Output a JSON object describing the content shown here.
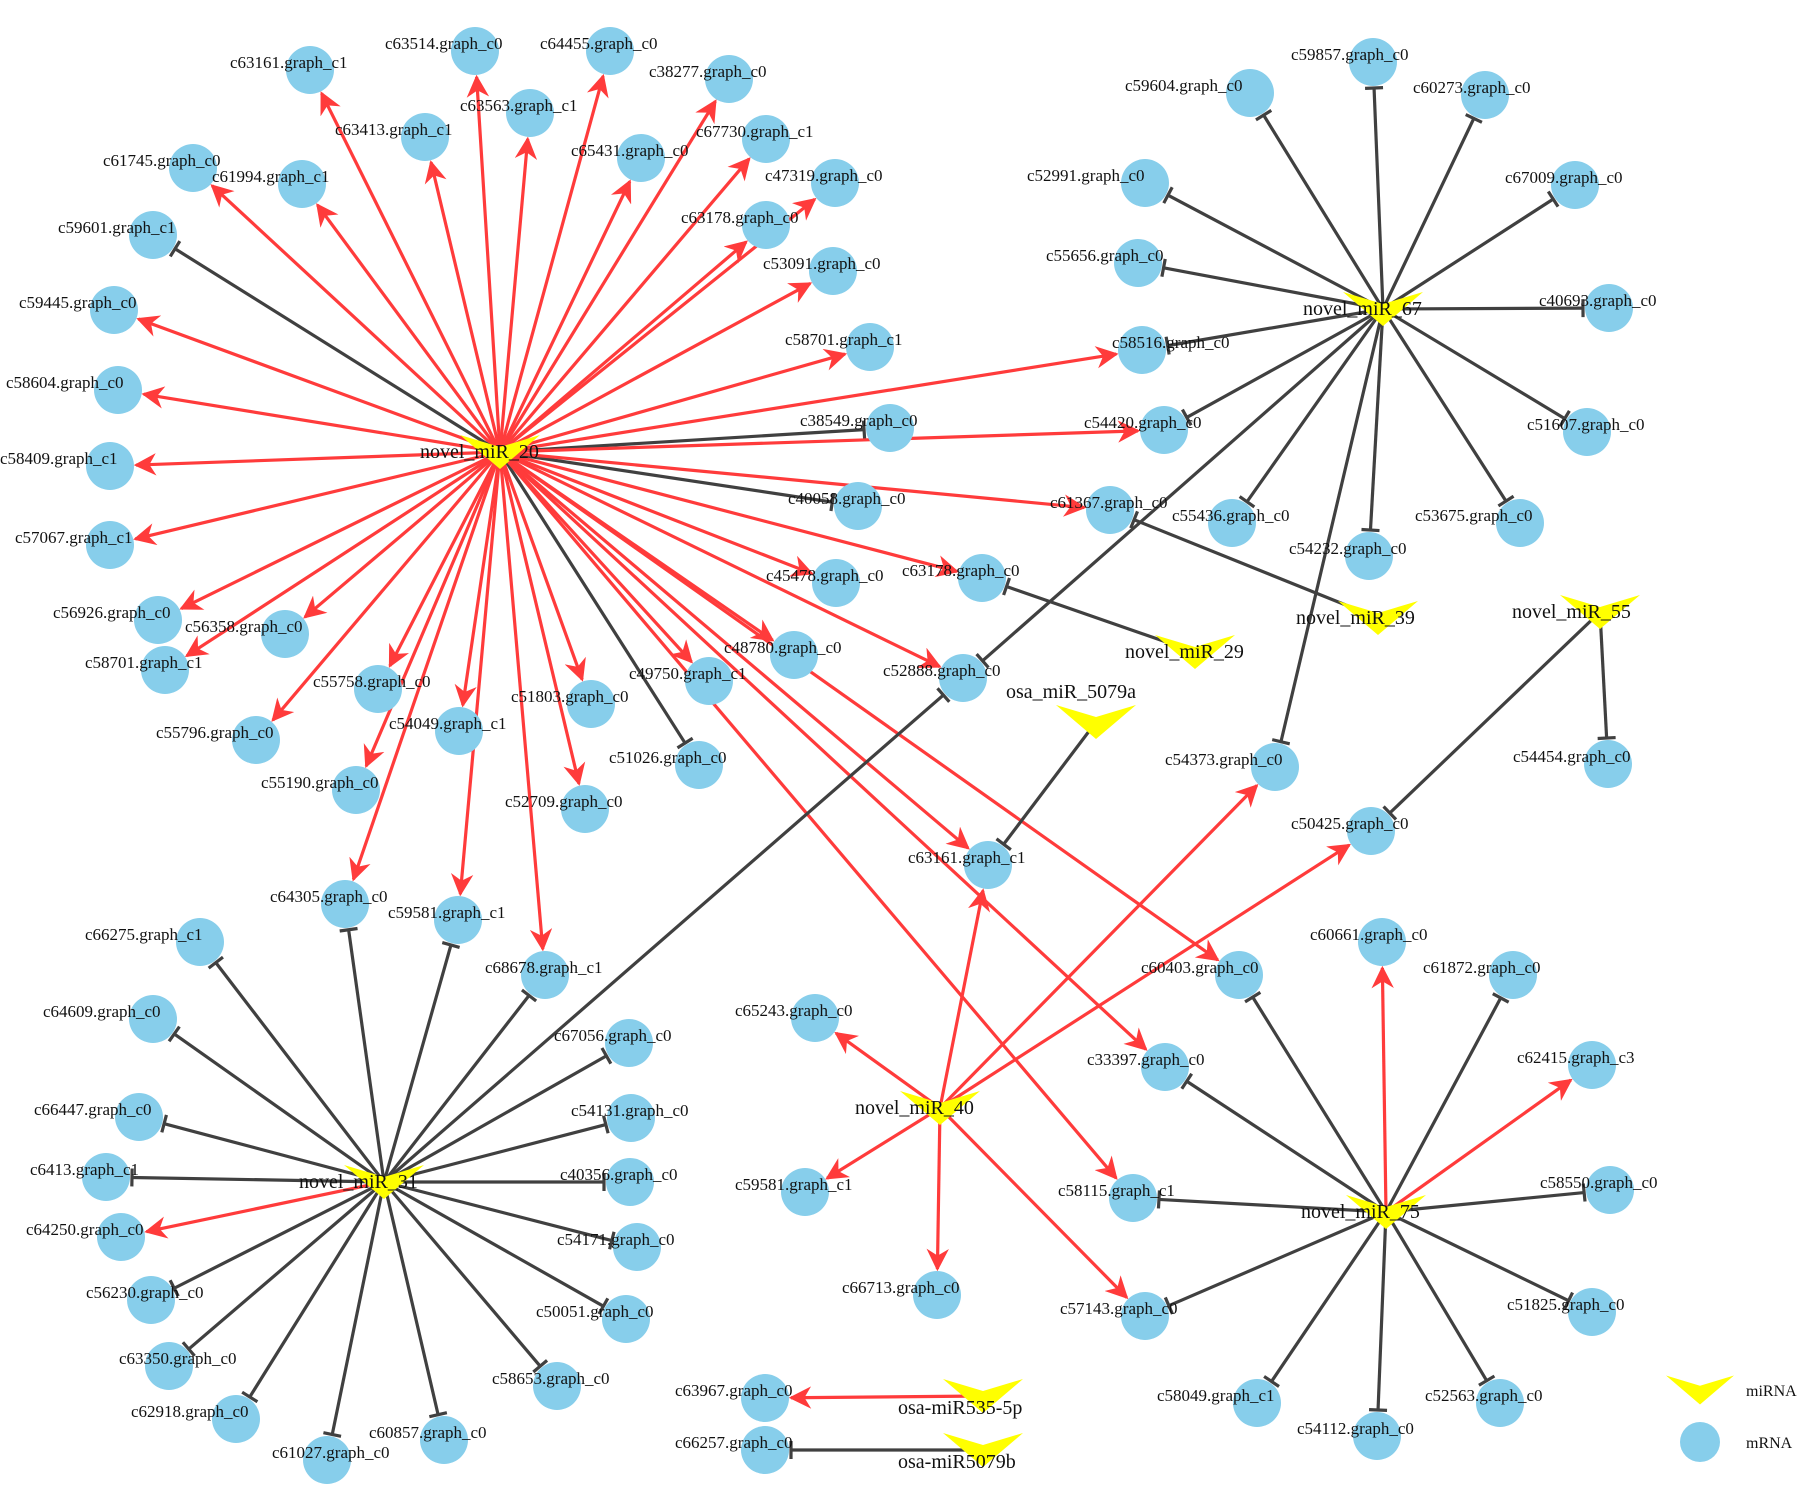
{
  "colors": {
    "mrna": "#87ceeb",
    "mirna": "#ffff00",
    "positive_edge": "#ff3b3b",
    "negative_edge": "#404040"
  },
  "legend": [
    {
      "label": "miRNA",
      "kind": "mirna"
    },
    {
      "label": "mRNA",
      "kind": "mrna"
    }
  ],
  "nodes": [
    {
      "id": "m20",
      "label": "novel_miR_20",
      "kind": "mirna"
    },
    {
      "id": "m67",
      "label": "novel_miR_67",
      "kind": "mirna"
    },
    {
      "id": "m39",
      "label": "novel_miR_39",
      "kind": "mirna"
    },
    {
      "id": "m55",
      "label": "novel_miR_55",
      "kind": "mirna"
    },
    {
      "id": "m29",
      "label": "novel_miR_29",
      "kind": "mirna"
    },
    {
      "id": "o5079a",
      "label": "osa_miR_5079a",
      "kind": "mirna"
    },
    {
      "id": "m40",
      "label": "novel_miR_40",
      "kind": "mirna"
    },
    {
      "id": "m31",
      "label": "novel_miR_31",
      "kind": "mirna"
    },
    {
      "id": "m75",
      "label": "novel_miR_75",
      "kind": "mirna"
    },
    {
      "id": "o535",
      "label": "osa-miR535-5p",
      "kind": "mirna"
    },
    {
      "id": "o5079b",
      "label": "osa-miR5079b",
      "kind": "mirna"
    },
    {
      "id": "n1",
      "label": "c63514.graph_c0",
      "kind": "mrna"
    },
    {
      "id": "n2",
      "label": "c64455.graph_c0",
      "kind": "mrna"
    },
    {
      "id": "n3",
      "label": "c63161.graph_c1",
      "kind": "mrna"
    },
    {
      "id": "n4",
      "label": "c38277.graph_c0",
      "kind": "mrna"
    },
    {
      "id": "n5",
      "label": "c63563.graph_c1",
      "kind": "mrna"
    },
    {
      "id": "n6",
      "label": "c63413.graph_c1",
      "kind": "mrna"
    },
    {
      "id": "n7",
      "label": "c67730.graph_c1",
      "kind": "mrna"
    },
    {
      "id": "n8",
      "label": "c65431.graph_c0",
      "kind": "mrna"
    },
    {
      "id": "n9",
      "label": "c61745.graph_c0",
      "kind": "mrna"
    },
    {
      "id": "n10",
      "label": "c61994.graph_c1",
      "kind": "mrna"
    },
    {
      "id": "n11",
      "label": "c47319.graph_c0",
      "kind": "mrna"
    },
    {
      "id": "n12",
      "label": "c63178.graph_c0",
      "kind": "mrna"
    },
    {
      "id": "n13",
      "label": "c59601.graph_c1",
      "kind": "mrna"
    },
    {
      "id": "n14",
      "label": "c53091.graph_c0",
      "kind": "mrna"
    },
    {
      "id": "n15",
      "label": "c59445.graph_c0",
      "kind": "mrna"
    },
    {
      "id": "n16",
      "label": "c58701.graph_c1",
      "kind": "mrna"
    },
    {
      "id": "n17",
      "label": "c58604.graph_c0",
      "kind": "mrna"
    },
    {
      "id": "n18",
      "label": "c58409.graph_c1",
      "kind": "mrna"
    },
    {
      "id": "n19",
      "label": "c38549.graph_c0",
      "kind": "mrna"
    },
    {
      "id": "n20",
      "label": "c57067.graph_c1",
      "kind": "mrna"
    },
    {
      "id": "n21",
      "label": "c40058.graph_c0",
      "kind": "mrna"
    },
    {
      "id": "n22",
      "label": "c45478.graph_c0",
      "kind": "mrna"
    },
    {
      "id": "n23",
      "label": "c56926.graph_c0",
      "kind": "mrna"
    },
    {
      "id": "n24",
      "label": "c56358.graph_c0",
      "kind": "mrna"
    },
    {
      "id": "n25",
      "label": "c58701.graph_c1",
      "kind": "mrna"
    },
    {
      "id": "n26",
      "label": "c48780.graph_c0",
      "kind": "mrna"
    },
    {
      "id": "n27",
      "label": "c49750.graph_c1",
      "kind": "mrna"
    },
    {
      "id": "n28",
      "label": "c55758.graph_c0",
      "kind": "mrna"
    },
    {
      "id": "n29",
      "label": "c51803.graph_c0",
      "kind": "mrna"
    },
    {
      "id": "n30",
      "label": "c55796.graph_c0",
      "kind": "mrna"
    },
    {
      "id": "n31",
      "label": "c54049.graph_c1",
      "kind": "mrna"
    },
    {
      "id": "n32",
      "label": "c51026.graph_c0",
      "kind": "mrna"
    },
    {
      "id": "n33",
      "label": "c55190.graph_c0",
      "kind": "mrna"
    },
    {
      "id": "n34",
      "label": "c52709.graph_c0",
      "kind": "mrna"
    },
    {
      "id": "n35",
      "label": "c64305.graph_c0",
      "kind": "mrna"
    },
    {
      "id": "n36",
      "label": "c59581.graph_c1",
      "kind": "mrna"
    },
    {
      "id": "n37",
      "label": "c68678.graph_c1",
      "kind": "mrna"
    },
    {
      "id": "n38",
      "label": "c63178.graph_c0",
      "kind": "mrna"
    },
    {
      "id": "n39",
      "label": "c52888.graph_c0",
      "kind": "mrna"
    },
    {
      "id": "n40",
      "label": "c63161.graph_c1",
      "kind": "mrna"
    },
    {
      "id": "n41",
      "label": "c59857.graph_c0",
      "kind": "mrna"
    },
    {
      "id": "n42",
      "label": "c59604.graph_c0",
      "kind": "mrna"
    },
    {
      "id": "n43",
      "label": "c60273.graph_c0",
      "kind": "mrna"
    },
    {
      "id": "n44",
      "label": "c52991.graph_c0",
      "kind": "mrna"
    },
    {
      "id": "n45",
      "label": "c67009.graph_c0",
      "kind": "mrna"
    },
    {
      "id": "n46",
      "label": "c55656.graph_c0",
      "kind": "mrna"
    },
    {
      "id": "n47",
      "label": "c40693.graph_c0",
      "kind": "mrna"
    },
    {
      "id": "n48",
      "label": "c58516.graph_c0",
      "kind": "mrna"
    },
    {
      "id": "n49",
      "label": "c54420.graph_c0",
      "kind": "mrna"
    },
    {
      "id": "n50",
      "label": "c51607.graph_c0",
      "kind": "mrna"
    },
    {
      "id": "n51",
      "label": "c61367.graph_c0",
      "kind": "mrna"
    },
    {
      "id": "n52",
      "label": "c55436.graph_c0",
      "kind": "mrna"
    },
    {
      "id": "n53",
      "label": "c54232.graph_c0",
      "kind": "mrna"
    },
    {
      "id": "n54",
      "label": "c53675.graph_c0",
      "kind": "mrna"
    },
    {
      "id": "n55",
      "label": "c54373.graph_c0",
      "kind": "mrna"
    },
    {
      "id": "n56",
      "label": "c54454.graph_c0",
      "kind": "mrna"
    },
    {
      "id": "n57",
      "label": "c50425.graph_c0",
      "kind": "mrna"
    },
    {
      "id": "n58",
      "label": "c60661.graph_c0",
      "kind": "mrna"
    },
    {
      "id": "n59",
      "label": "c61872.graph_c0",
      "kind": "mrna"
    },
    {
      "id": "n60",
      "label": "c60403.graph_c0",
      "kind": "mrna"
    },
    {
      "id": "n61",
      "label": "c33397.graph_c0",
      "kind": "mrna"
    },
    {
      "id": "n62",
      "label": "c62415.graph_c3",
      "kind": "mrna"
    },
    {
      "id": "n63",
      "label": "c58115.graph_c1",
      "kind": "mrna"
    },
    {
      "id": "n64",
      "label": "c58550.graph_c0",
      "kind": "mrna"
    },
    {
      "id": "n65",
      "label": "c51825.graph_c0",
      "kind": "mrna"
    },
    {
      "id": "n66",
      "label": "c57143.graph_c0",
      "kind": "mrna"
    },
    {
      "id": "n67",
      "label": "c58049.graph_c1",
      "kind": "mrna"
    },
    {
      "id": "n68",
      "label": "c52563.graph_c0",
      "kind": "mrna"
    },
    {
      "id": "n69",
      "label": "c54112.graph_c0",
      "kind": "mrna"
    },
    {
      "id": "n70",
      "label": "c65243.graph_c0",
      "kind": "mrna"
    },
    {
      "id": "n71",
      "label": "c59581.graph_c1",
      "kind": "mrna"
    },
    {
      "id": "n72",
      "label": "c66713.graph_c0",
      "kind": "mrna"
    },
    {
      "id": "n73",
      "label": "c66275.graph_c1",
      "kind": "mrna"
    },
    {
      "id": "n74",
      "label": "c64609.graph_c0",
      "kind": "mrna"
    },
    {
      "id": "n75",
      "label": "c67056.graph_c0",
      "kind": "mrna"
    },
    {
      "id": "n76",
      "label": "c66447.graph_c0",
      "kind": "mrna"
    },
    {
      "id": "n77",
      "label": "c54131.graph_c0",
      "kind": "mrna"
    },
    {
      "id": "n78",
      "label": "c6413.graph_c1",
      "kind": "mrna"
    },
    {
      "id": "n79",
      "label": "c40356.graph_c0",
      "kind": "mrna"
    },
    {
      "id": "n80",
      "label": "c64250.graph_c0",
      "kind": "mrna"
    },
    {
      "id": "n81",
      "label": "c54171.graph_c0",
      "kind": "mrna"
    },
    {
      "id": "n82",
      "label": "c56230.graph_c0",
      "kind": "mrna"
    },
    {
      "id": "n83",
      "label": "c50051.graph_c0",
      "kind": "mrna"
    },
    {
      "id": "n84",
      "label": "c63350.graph_c0",
      "kind": "mrna"
    },
    {
      "id": "n85",
      "label": "c58653.graph_c0",
      "kind": "mrna"
    },
    {
      "id": "n86",
      "label": "c62918.graph_c0",
      "kind": "mrna"
    },
    {
      "id": "n87",
      "label": "c60857.graph_c0",
      "kind": "mrna"
    },
    {
      "id": "n88",
      "label": "c61027.graph_c0",
      "kind": "mrna"
    },
    {
      "id": "n89",
      "label": "c63967.graph_c0",
      "kind": "mrna"
    },
    {
      "id": "n90",
      "label": "c66257.graph_c0",
      "kind": "mrna"
    }
  ],
  "edges": [
    {
      "from": "m20",
      "to": "n1",
      "type": "positive"
    },
    {
      "from": "m20",
      "to": "n2",
      "type": "positive"
    },
    {
      "from": "m20",
      "to": "n3",
      "type": "positive"
    },
    {
      "from": "m20",
      "to": "n4",
      "type": "positive"
    },
    {
      "from": "m20",
      "to": "n5",
      "type": "positive"
    },
    {
      "from": "m20",
      "to": "n6",
      "type": "positive"
    },
    {
      "from": "m20",
      "to": "n7",
      "type": "positive"
    },
    {
      "from": "m20",
      "to": "n8",
      "type": "positive"
    },
    {
      "from": "m20",
      "to": "n9",
      "type": "positive"
    },
    {
      "from": "m20",
      "to": "n10",
      "type": "positive"
    },
    {
      "from": "m20",
      "to": "n11",
      "type": "positive"
    },
    {
      "from": "m20",
      "to": "n12",
      "type": "positive"
    },
    {
      "from": "m20",
      "to": "n13",
      "type": "negative"
    },
    {
      "from": "m20",
      "to": "n14",
      "type": "positive"
    },
    {
      "from": "m20",
      "to": "n15",
      "type": "positive"
    },
    {
      "from": "m20",
      "to": "n16",
      "type": "positive"
    },
    {
      "from": "m20",
      "to": "n17",
      "type": "positive"
    },
    {
      "from": "m20",
      "to": "n18",
      "type": "positive"
    },
    {
      "from": "m20",
      "to": "n19",
      "type": "negative"
    },
    {
      "from": "m20",
      "to": "n20",
      "type": "positive"
    },
    {
      "from": "m20",
      "to": "n21",
      "type": "negative"
    },
    {
      "from": "m20",
      "to": "n22",
      "type": "positive"
    },
    {
      "from": "m20",
      "to": "n23",
      "type": "positive"
    },
    {
      "from": "m20",
      "to": "n24",
      "type": "positive"
    },
    {
      "from": "m20",
      "to": "n25",
      "type": "positive"
    },
    {
      "from": "m20",
      "to": "n26",
      "type": "positive"
    },
    {
      "from": "m20",
      "to": "n27",
      "type": "positive"
    },
    {
      "from": "m20",
      "to": "n28",
      "type": "positive"
    },
    {
      "from": "m20",
      "to": "n29",
      "type": "positive"
    },
    {
      "from": "m20",
      "to": "n30",
      "type": "positive"
    },
    {
      "from": "m20",
      "to": "n31",
      "type": "positive"
    },
    {
      "from": "m20",
      "to": "n32",
      "type": "negative"
    },
    {
      "from": "m20",
      "to": "n33",
      "type": "positive"
    },
    {
      "from": "m20",
      "to": "n34",
      "type": "positive"
    },
    {
      "from": "m20",
      "to": "n35",
      "type": "positive"
    },
    {
      "from": "m20",
      "to": "n36",
      "type": "positive"
    },
    {
      "from": "m20",
      "to": "n37",
      "type": "positive"
    },
    {
      "from": "m20",
      "to": "n38",
      "type": "positive"
    },
    {
      "from": "m20",
      "to": "n39",
      "type": "positive"
    },
    {
      "from": "m20",
      "to": "n40",
      "type": "positive"
    },
    {
      "from": "m20",
      "to": "n48",
      "type": "positive"
    },
    {
      "from": "m20",
      "to": "n49",
      "type": "positive"
    },
    {
      "from": "m20",
      "to": "n51",
      "type": "positive"
    },
    {
      "from": "m20",
      "to": "n60",
      "type": "positive"
    },
    {
      "from": "m20",
      "to": "n61",
      "type": "positive"
    },
    {
      "from": "m20",
      "to": "n63",
      "type": "positive"
    },
    {
      "from": "m67",
      "to": "n41",
      "type": "negative"
    },
    {
      "from": "m67",
      "to": "n42",
      "type": "negative"
    },
    {
      "from": "m67",
      "to": "n43",
      "type": "negative"
    },
    {
      "from": "m67",
      "to": "n44",
      "type": "negative"
    },
    {
      "from": "m67",
      "to": "n45",
      "type": "negative"
    },
    {
      "from": "m67",
      "to": "n46",
      "type": "negative"
    },
    {
      "from": "m67",
      "to": "n47",
      "type": "negative"
    },
    {
      "from": "m67",
      "to": "n48",
      "type": "negative"
    },
    {
      "from": "m67",
      "to": "n49",
      "type": "negative"
    },
    {
      "from": "m67",
      "to": "n50",
      "type": "negative"
    },
    {
      "from": "m67",
      "to": "n52",
      "type": "negative"
    },
    {
      "from": "m67",
      "to": "n53",
      "type": "negative"
    },
    {
      "from": "m67",
      "to": "n54",
      "type": "negative"
    },
    {
      "from": "m67",
      "to": "n55",
      "type": "negative"
    },
    {
      "from": "m67",
      "to": "n39",
      "type": "negative"
    },
    {
      "from": "m39",
      "to": "n51",
      "type": "negative"
    },
    {
      "from": "m29",
      "to": "n38",
      "type": "negative"
    },
    {
      "from": "m55",
      "to": "n56",
      "type": "negative"
    },
    {
      "from": "m55",
      "to": "n57",
      "type": "negative"
    },
    {
      "from": "o5079a",
      "to": "n40",
      "type": "negative"
    },
    {
      "from": "m40",
      "to": "n40",
      "type": "positive"
    },
    {
      "from": "m40",
      "to": "n55",
      "type": "positive"
    },
    {
      "from": "m40",
      "to": "n57",
      "type": "positive"
    },
    {
      "from": "m40",
      "to": "n70",
      "type": "positive"
    },
    {
      "from": "m40",
      "to": "n71",
      "type": "positive"
    },
    {
      "from": "m40",
      "to": "n72",
      "type": "positive"
    },
    {
      "from": "m40",
      "to": "n66",
      "type": "positive"
    },
    {
      "from": "m75",
      "to": "n58",
      "type": "positive"
    },
    {
      "from": "m75",
      "to": "n62",
      "type": "positive"
    },
    {
      "from": "m75",
      "to": "n59",
      "type": "negative"
    },
    {
      "from": "m75",
      "to": "n60",
      "type": "negative"
    },
    {
      "from": "m75",
      "to": "n61",
      "type": "negative"
    },
    {
      "from": "m75",
      "to": "n63",
      "type": "negative"
    },
    {
      "from": "m75",
      "to": "n64",
      "type": "negative"
    },
    {
      "from": "m75",
      "to": "n65",
      "type": "negative"
    },
    {
      "from": "m75",
      "to": "n66",
      "type": "negative"
    },
    {
      "from": "m75",
      "to": "n67",
      "type": "negative"
    },
    {
      "from": "m75",
      "to": "n68",
      "type": "negative"
    },
    {
      "from": "m75",
      "to": "n69",
      "type": "negative"
    },
    {
      "from": "m31",
      "to": "n80",
      "type": "positive"
    },
    {
      "from": "m31",
      "to": "n35",
      "type": "negative"
    },
    {
      "from": "m31",
      "to": "n36",
      "type": "negative"
    },
    {
      "from": "m31",
      "to": "n37",
      "type": "negative"
    },
    {
      "from": "m31",
      "to": "n39",
      "type": "negative"
    },
    {
      "from": "m31",
      "to": "n73",
      "type": "negative"
    },
    {
      "from": "m31",
      "to": "n74",
      "type": "negative"
    },
    {
      "from": "m31",
      "to": "n75",
      "type": "negative"
    },
    {
      "from": "m31",
      "to": "n76",
      "type": "negative"
    },
    {
      "from": "m31",
      "to": "n77",
      "type": "negative"
    },
    {
      "from": "m31",
      "to": "n78",
      "type": "negative"
    },
    {
      "from": "m31",
      "to": "n79",
      "type": "negative"
    },
    {
      "from": "m31",
      "to": "n81",
      "type": "negative"
    },
    {
      "from": "m31",
      "to": "n82",
      "type": "negative"
    },
    {
      "from": "m31",
      "to": "n83",
      "type": "negative"
    },
    {
      "from": "m31",
      "to": "n84",
      "type": "negative"
    },
    {
      "from": "m31",
      "to": "n85",
      "type": "negative"
    },
    {
      "from": "m31",
      "to": "n86",
      "type": "negative"
    },
    {
      "from": "m31",
      "to": "n87",
      "type": "negative"
    },
    {
      "from": "m31",
      "to": "n88",
      "type": "negative"
    },
    {
      "from": "o535",
      "to": "n89",
      "type": "positive"
    },
    {
      "from": "o5079b",
      "to": "n90",
      "type": "negative"
    }
  ]
}
